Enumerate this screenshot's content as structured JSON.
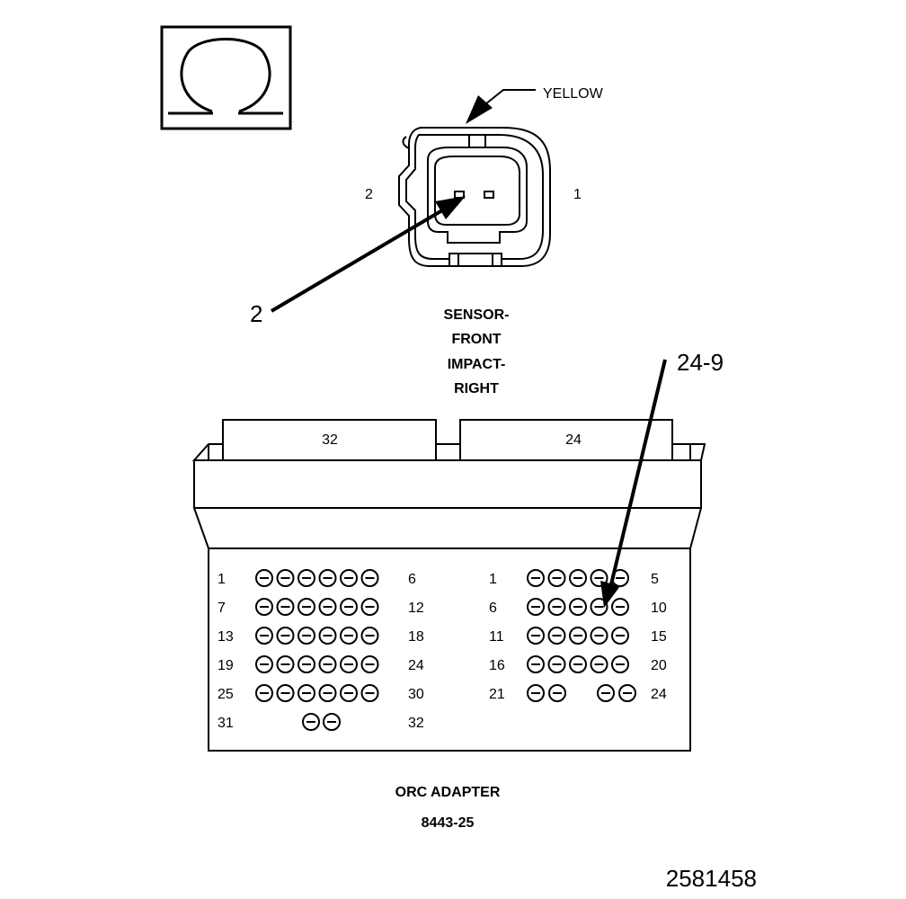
{
  "ohm_symbol": {
    "icon": "ohm-icon",
    "glyph": "Ω"
  },
  "sensor": {
    "color_callout": "YELLOW",
    "pin_left": "2",
    "pin_right": "1",
    "probe_callout": "2",
    "name_lines": [
      "SENSOR-",
      "FRONT",
      "IMPACT-",
      "RIGHT"
    ]
  },
  "adapter": {
    "callout": "24-9",
    "left_block_label": "32",
    "right_block_label": "24",
    "left_rows": [
      {
        "start": "1",
        "end": "6",
        "pins": 6
      },
      {
        "start": "7",
        "end": "12",
        "pins": 6
      },
      {
        "start": "13",
        "end": "18",
        "pins": 6
      },
      {
        "start": "19",
        "end": "24",
        "pins": 6
      },
      {
        "start": "25",
        "end": "30",
        "pins": 6
      },
      {
        "start": "31",
        "end": "32",
        "pins": 2
      }
    ],
    "right_rows": [
      {
        "start": "1",
        "end": "5",
        "pins": 5
      },
      {
        "start": "6",
        "end": "10",
        "pins": 5
      },
      {
        "start": "11",
        "end": "15",
        "pins": 5
      },
      {
        "start": "16",
        "end": "20",
        "pins": 5
      },
      {
        "start": "21",
        "end": "24",
        "pins": 4
      }
    ],
    "name": "ORC ADAPTER",
    "part_number": "8443-25"
  },
  "figure_number": "2581458"
}
